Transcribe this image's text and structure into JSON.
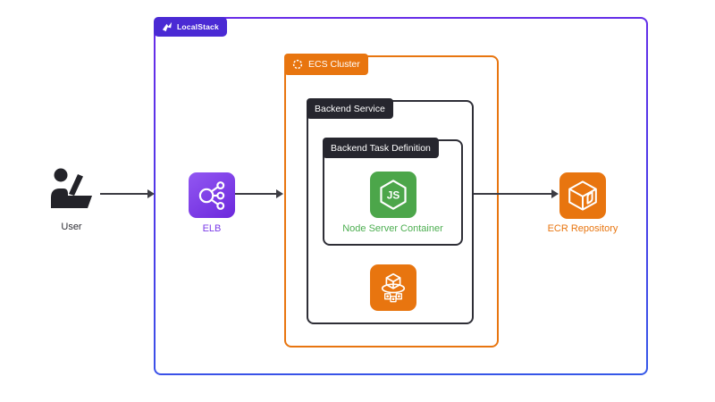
{
  "containers": {
    "localstack": {
      "label": "LocalStack"
    },
    "ecs_cluster": {
      "label": "ECS Cluster"
    },
    "backend_service": {
      "label": "Backend Service"
    },
    "backend_task_definition": {
      "label": "Backend Task Definition"
    }
  },
  "nodes": {
    "user": {
      "label": "User"
    },
    "elb": {
      "label": "ELB"
    },
    "node_server_container": {
      "label": "Node Server Container",
      "icon_text": "JS"
    },
    "ecr_repository": {
      "label": "ECR Repository"
    }
  },
  "arrows": [
    {
      "from": "user",
      "to": "elb"
    },
    {
      "from": "elb",
      "to": "ecs-cluster"
    },
    {
      "from": "backend-service",
      "to": "ecr-repository"
    }
  ],
  "icons": {
    "localstack_logo": "localstack-bolt",
    "ecs_cluster_badge": "dashed-ring",
    "user": "person-at-laptop",
    "elb": "load-balancer-circles",
    "node": "nodejs-hexagon",
    "ecs_service": "container-cubes-over-ellipse",
    "ecr": "registry-cube"
  },
  "colors": {
    "localstack_tab": "#4A2AD4",
    "border_gradient_top": "#6A2BE8",
    "border_gradient_bottom": "#3558E8",
    "orange_accent": "#E8750F",
    "dark_tab": "#26262E",
    "node_green": "#4CA64A",
    "node_label_green": "#4CAE50",
    "elb_purple": "#7B3BE8",
    "arrow": "#3C3C43",
    "background": "#FFFFFF"
  }
}
